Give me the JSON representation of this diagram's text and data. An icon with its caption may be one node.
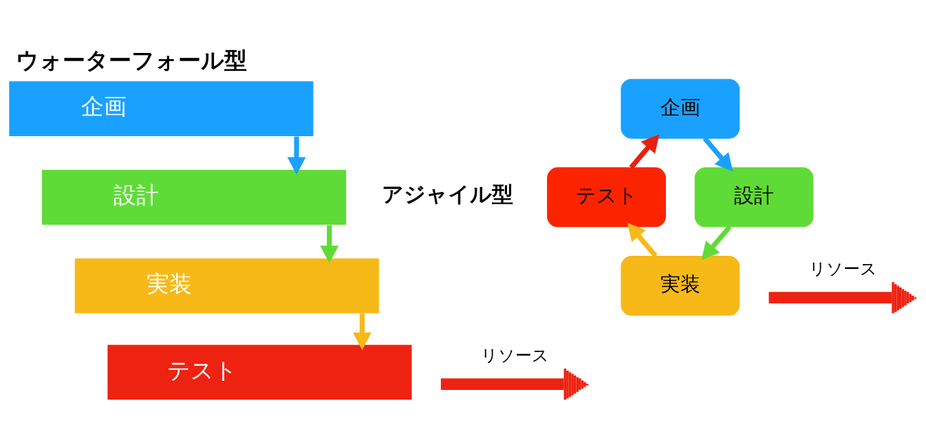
{
  "diagram": {
    "title": "ウォーターフォール型",
    "nodes": [
      {
        "text": [
          "企画"
        ]
      },
      {
        "text": [
          "設計"
        ]
      },
      {
        "text": [
          "実装"
        ]
      },
      {
        "text": [
          "テスト"
        ]
      },
      {
        "text": [
          "テスト"
        ]
      },
      {
        "text": [
          "企画"
        ]
      },
      {
        "text": [
          "実装"
        ]
      },
      {
        "text": [
          "設計"
        ]
      }
    ],
    "edges": [
      {
        "from": 0,
        "to": 1,
        "arrow": "to",
        "color": "#1aa1ff"
      },
      {
        "from": 1,
        "to": 2,
        "arrow": "to",
        "color": "#5fdb37"
      },
      {
        "from": 2,
        "to": 3,
        "arrow": "to",
        "color": "#f7b918"
      },
      {
        "from": 5,
        "to": 7,
        "arrow": "to",
        "color": "#1aa1ff"
      },
      {
        "from": 7,
        "to": 6,
        "arrow": "to",
        "color": "#5fdb37"
      },
      {
        "from": 6,
        "to": 4,
        "arrow": "to",
        "color": "#f7b918"
      },
      {
        "from": 4,
        "to": 5,
        "arrow": "to",
        "color": "#e8200f"
      }
    ],
    "labels": [
      "リソース",
      "アジャイル型",
      "リソース"
    ]
  }
}
